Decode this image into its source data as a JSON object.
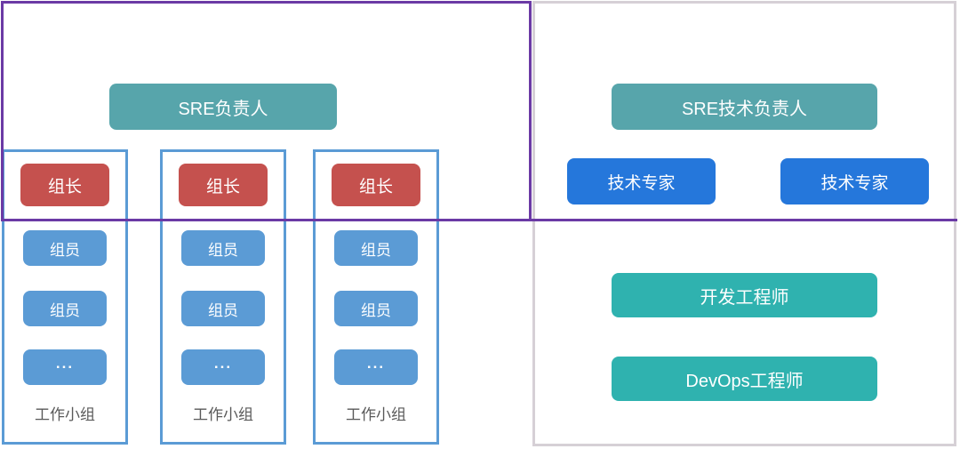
{
  "diagram": {
    "left_panel": {
      "title": "SRE负责人",
      "columns": [
        {
          "leader": "组长",
          "members": [
            "组员",
            "组员"
          ],
          "more": "...",
          "caption": "工作小组"
        },
        {
          "leader": "组长",
          "members": [
            "组员",
            "组员"
          ],
          "more": "...",
          "caption": "工作小组"
        },
        {
          "leader": "组长",
          "members": [
            "组员",
            "组员"
          ],
          "more": "...",
          "caption": "工作小组"
        }
      ]
    },
    "right_panel": {
      "title": "SRE技术负责人",
      "experts": [
        "技术专家",
        "技术专家"
      ],
      "roles": [
        "开发工程师",
        "DevOps工程师"
      ]
    },
    "colors": {
      "teal_header": "#57A5AB",
      "red_leader": "#C5514E",
      "blue_member": "#5B9BD5",
      "blue_column_outline": "#5B9BD5",
      "bright_blue_expert": "#2577DB",
      "teal_role": "#2FB2AF",
      "purple_outline": "#6B3AA5",
      "gray_outline": "#D6D0D6",
      "caption_text": "#595959"
    }
  }
}
